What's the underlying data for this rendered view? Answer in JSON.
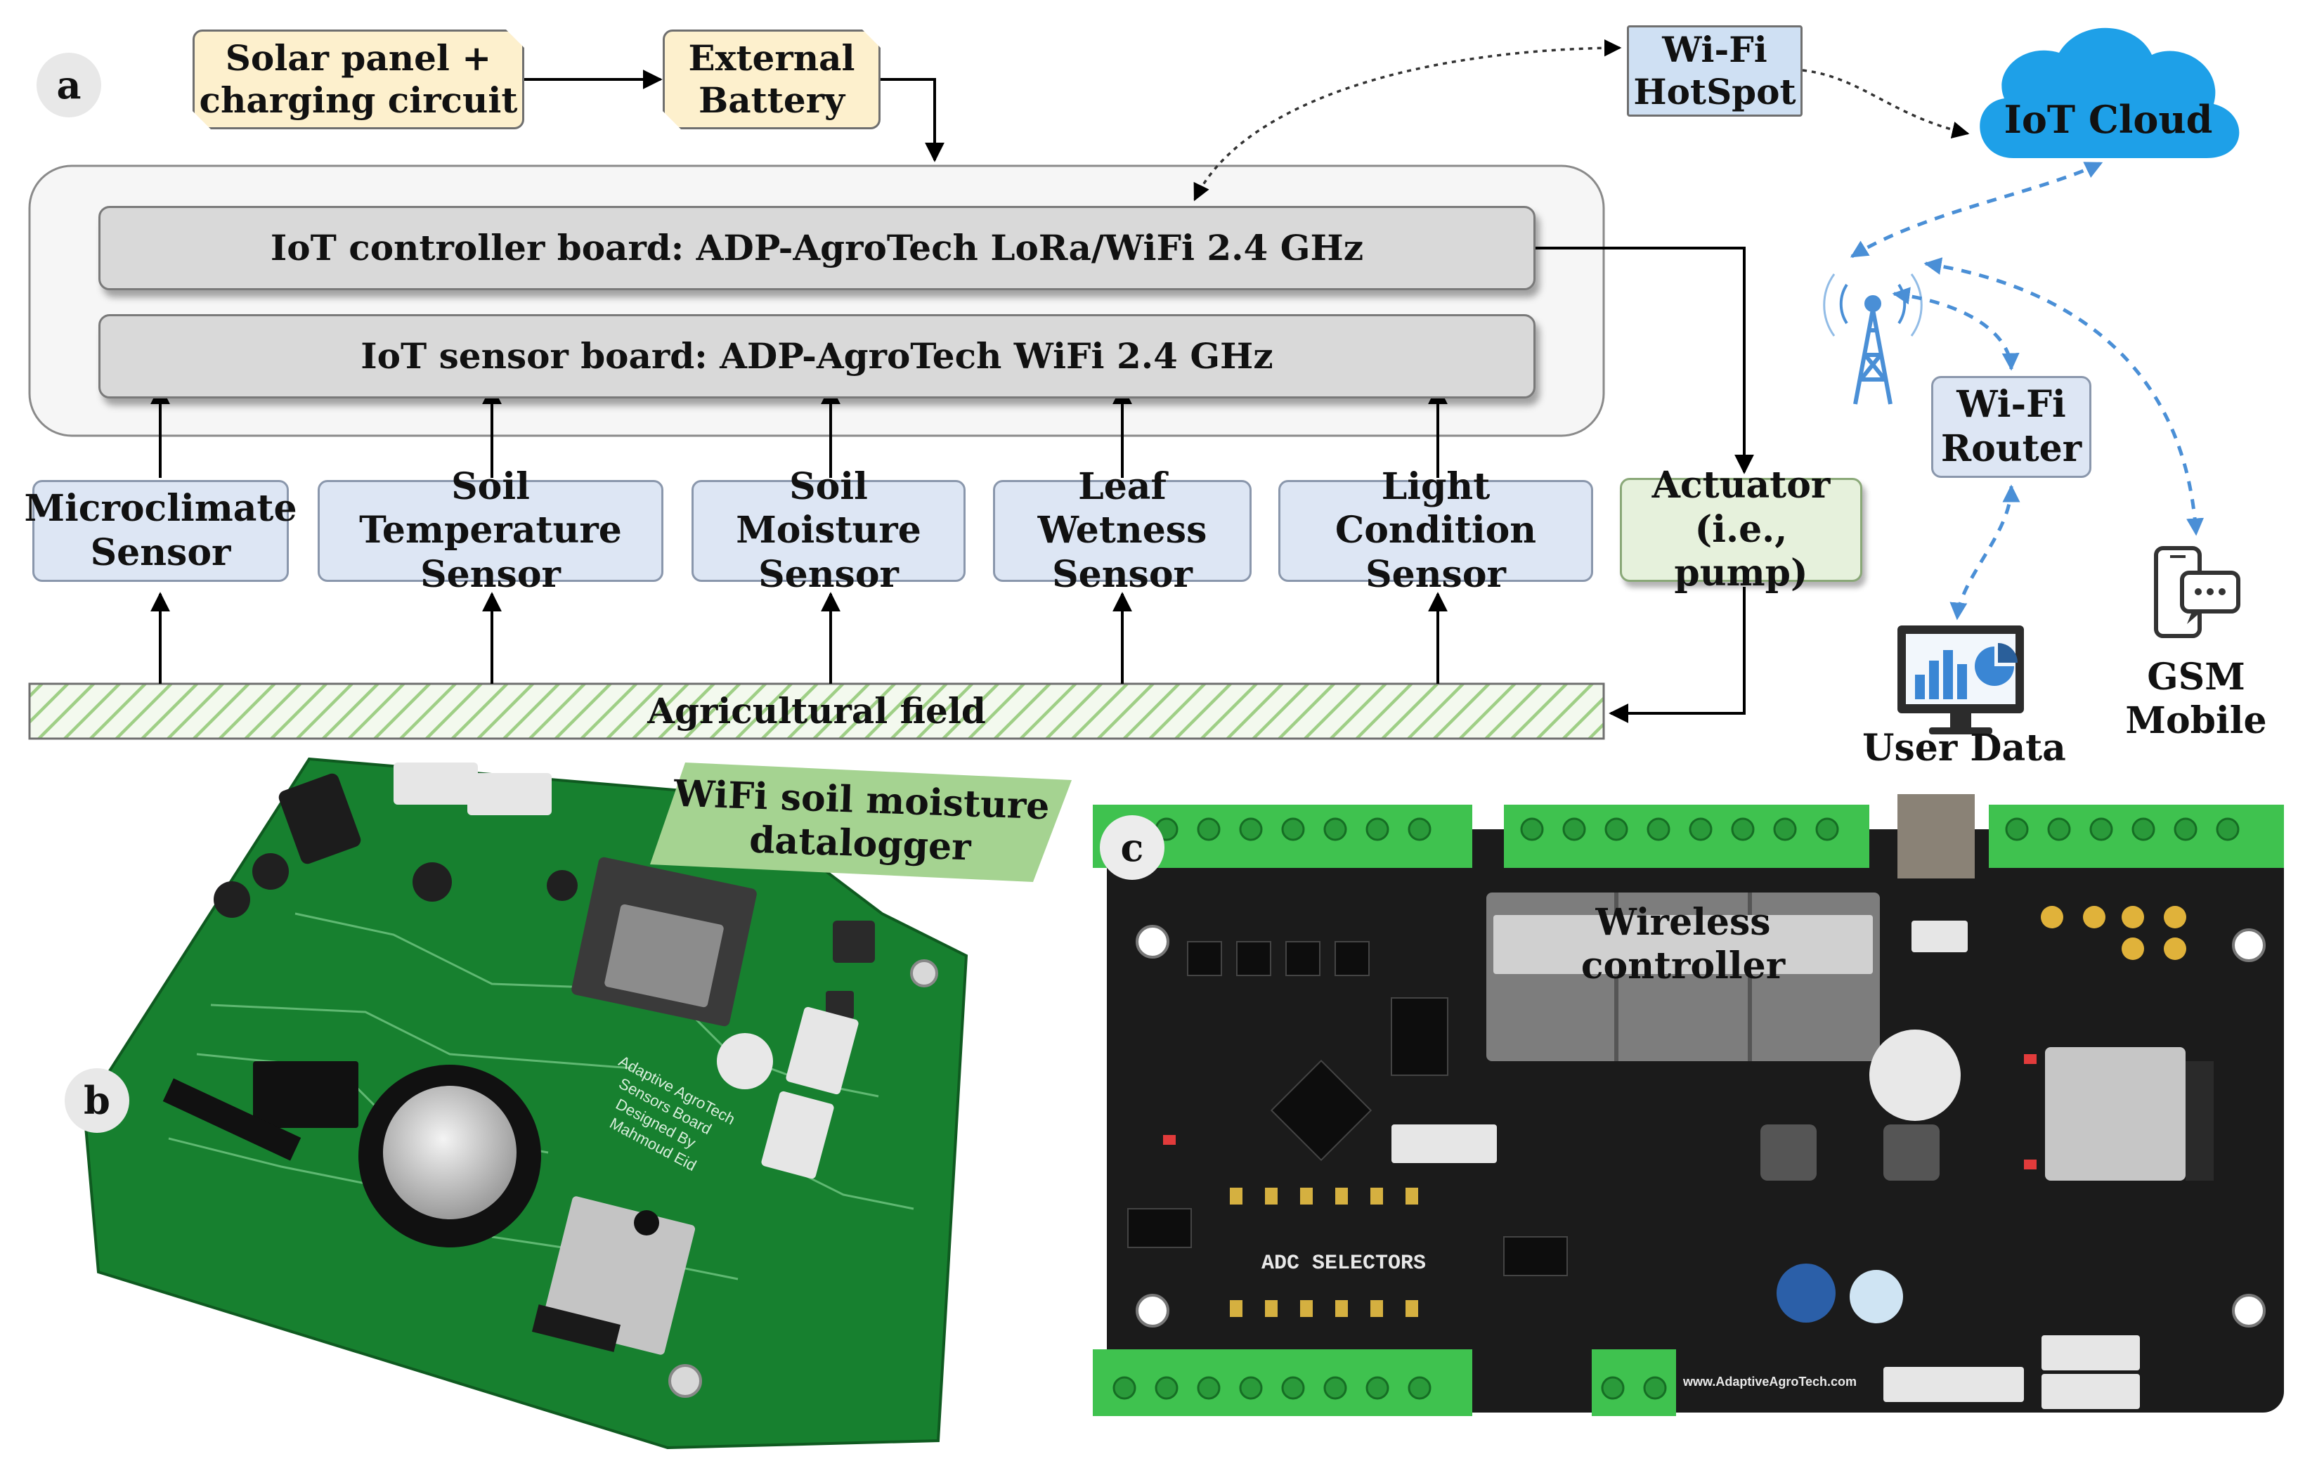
{
  "panel_labels": {
    "a": "a",
    "b": "b",
    "c": "c"
  },
  "power": {
    "solar_line1": "Solar panel +",
    "solar_line2": "charging circuit",
    "battery_line1": "External",
    "battery_line2": "Battery"
  },
  "network": {
    "hotspot_line1": "Wi-Fi",
    "hotspot_line2": "HotSpot",
    "cloud": "IoT Cloud",
    "router_line1": "Wi-Fi",
    "router_line2": "Router",
    "user_data": "User Data",
    "gsm_line1": "GSM",
    "gsm_line2": "Mobile"
  },
  "boards": {
    "controller": "IoT controller board: ADP-AgroTech  LoRa/WiFi 2.4 GHz",
    "sensor": "IoT sensor board: ADP-AgroTech  WiFi 2.4 GHz"
  },
  "sensors": [
    {
      "line1": "Microclimate",
      "line2": "Sensor"
    },
    {
      "line1": "Soil Temperature",
      "line2": "Sensor"
    },
    {
      "line1": "Soil Moisture",
      "line2": "Sensor"
    },
    {
      "line1": "Leaf Wetness",
      "line2": "Sensor"
    },
    {
      "line1": "Light Condition",
      "line2": "Sensor"
    }
  ],
  "actuator": {
    "line1": "Actuator",
    "line2": "(i.e., pump)"
  },
  "field": "Agricultural field",
  "photo_b": {
    "banner_line1": "WiFi soil moisture",
    "banner_line2": "datalogger",
    "silk_line1": "Adaptive AgroTech",
    "silk_line2": "Sensors Board",
    "silk_line3": "Designed By",
    "silk_line4": "Mahmoud Eid"
  },
  "photo_c": {
    "tag": "Wireless controller",
    "adc": "ADC SELECTORS",
    "url": "www.AdaptiveAgroTech.com"
  },
  "colors": {
    "arrow_blue": "#4a8fd6",
    "pcb_green": "#1c8a34",
    "pcb_black": "#1b1b1b",
    "terminal_green": "#3fc24f",
    "cloud_blue": "#1ea0e8"
  }
}
